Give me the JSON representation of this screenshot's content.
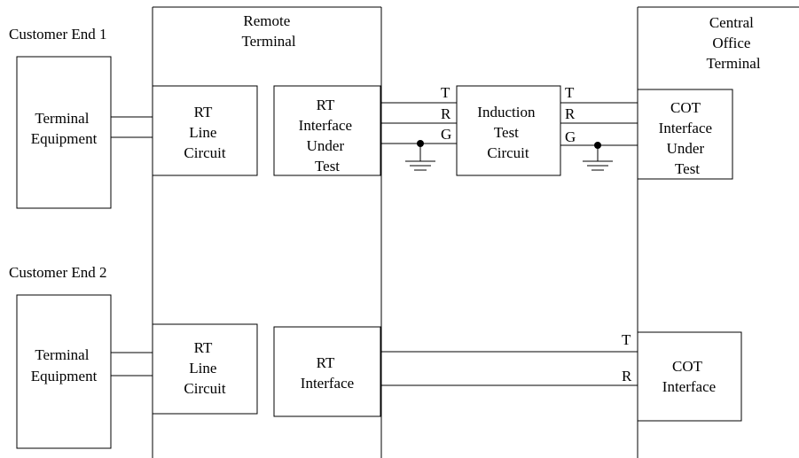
{
  "labels": {
    "customer_end_1": "Customer End 1",
    "customer_end_2": "Customer End 2",
    "remote_terminal": [
      "Remote",
      "Terminal"
    ],
    "central_office_terminal": [
      "Central",
      "Office",
      "Terminal"
    ],
    "terminal_equipment_1": [
      "Terminal",
      "Equipment"
    ],
    "terminal_equipment_2": [
      "Terminal",
      "Equipment"
    ],
    "rt_line_circuit_1": [
      "RT",
      "Line",
      "Circuit"
    ],
    "rt_line_circuit_2": [
      "RT",
      "Line",
      "Circuit"
    ],
    "rt_interface_under_test": [
      "RT",
      "Interface",
      "Under",
      "Test"
    ],
    "rt_interface": [
      "RT",
      "Interface"
    ],
    "induction_test_circuit": [
      "Induction",
      "Test",
      "Circuit"
    ],
    "cot_interface_under_test": [
      "COT",
      "Interface",
      "Under",
      "Test"
    ],
    "cot_interface": [
      "COT",
      "Interface"
    ]
  },
  "wire_labels": {
    "left_t": "T",
    "left_r": "R",
    "left_g": "G",
    "right_t": "T",
    "right_r": "R",
    "right_g": "G",
    "lower_t": "T",
    "lower_r": "R"
  }
}
